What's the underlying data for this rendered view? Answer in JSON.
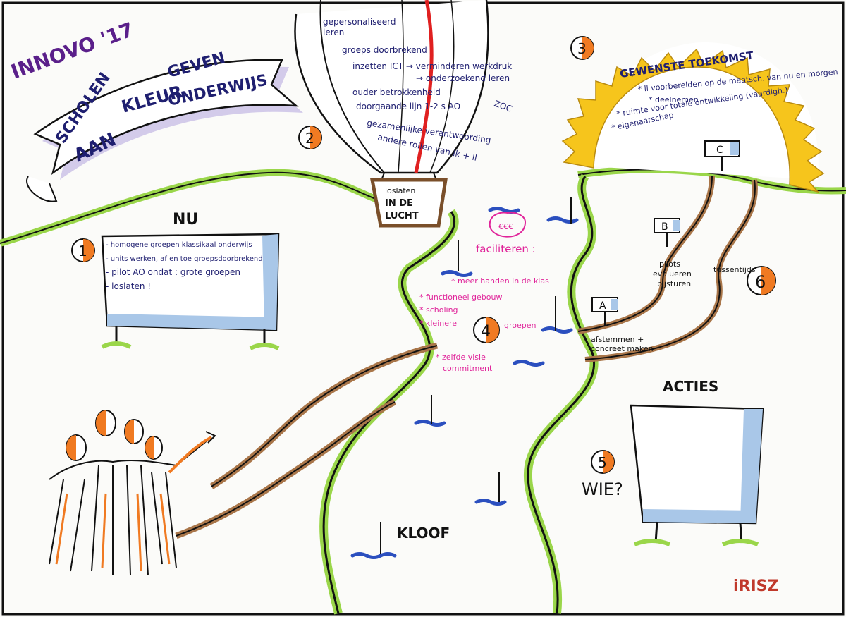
{
  "title": {
    "innovo": "INNOVO '17",
    "line1": "SCHOLEN",
    "line2": "AAN",
    "line3": "KLEUR",
    "line4": "GEVEN",
    "line5": "ONDERWIJS"
  },
  "section1": {
    "number": "1",
    "heading": "NU",
    "items": [
      "- homogene groepen klassikaal onderwijs",
      "- units werken, af en toe groepsdoorbrekend",
      "- pilot AO ondat : grote groepen",
      "- loslaten !"
    ]
  },
  "section2": {
    "number": "2",
    "balloon_items": [
      "gepersonaliseerd",
      "leren",
      "groeps doorbrekend",
      "inzetten ICT → verminderen werkdruk",
      "→ onderzoekend leren",
      "ouder betrokkenheid",
      "doorgaande lijn 1-2 s AO",
      "gezamenlijke verantwoording",
      "andere rollen van lk + ll"
    ],
    "basket": [
      "loslaten",
      "IN DE",
      "LUCHT"
    ],
    "zoc": "ZOC"
  },
  "section3": {
    "number": "3",
    "heading": "GEWENSTE TOEKOMST",
    "items": [
      "* ll voorbereiden op de maatsch. van nu en morgen",
      "* deelnemen",
      "* ruimte voor totale ontwikkeling (vaardigh.)",
      "* eigenaarschap"
    ]
  },
  "section4": {
    "number": "4",
    "bag": "€€€",
    "heading": "faciliteren :",
    "items": [
      "* meer handen in de klas",
      "* functioneel gebouw",
      "* scholing",
      "* kleinere",
      "groepen",
      "* zelfde visie",
      "commitment"
    ],
    "kloof": "KLOOF"
  },
  "section5": {
    "number": "5",
    "heading": "ACTIES",
    "wie": "WIE?"
  },
  "section6": {
    "number": "6",
    "signs": [
      "A",
      "B",
      "C"
    ],
    "path_a": [
      "afstemmen +",
      "concreet maken"
    ],
    "path_b": [
      "pilots",
      "evalueren",
      "bijsturen"
    ],
    "tussentijds": "tussentijds"
  },
  "logo": "iRISZ",
  "colors": {
    "green": "#9ad64a",
    "brown": "#a9764a",
    "orange": "#f07a22",
    "sun": "#f6c51c",
    "blue": "#2b4fbf",
    "pink": "#e0249a",
    "navy": "#1f1f70",
    "purple": "#5a1f8a",
    "red": "#e02020",
    "board": "#a9c7e8"
  }
}
